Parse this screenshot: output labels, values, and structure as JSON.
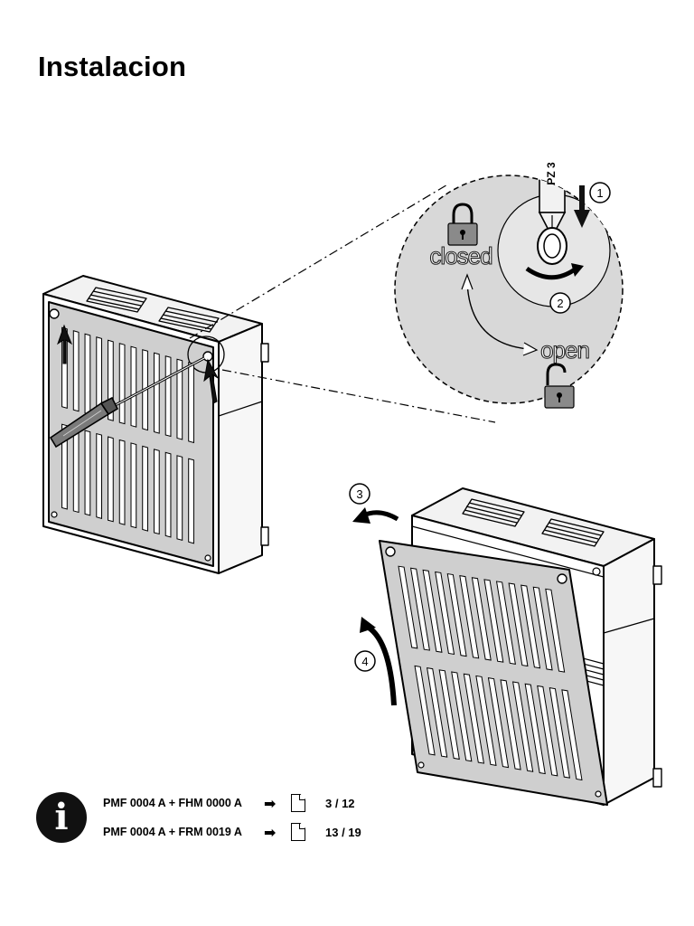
{
  "page": {
    "title": "Instalacion"
  },
  "tool": {
    "label": "PZ 3"
  },
  "lock_states": {
    "closed": "closed",
    "open": "open"
  },
  "steps": [
    "1",
    "2",
    "3",
    "4"
  ],
  "icons": [
    "closed-padlock-icon",
    "open-padlock-icon",
    "info-icon",
    "document-icon",
    "arrow-right-icon",
    "screwdriver-icon"
  ],
  "references": [
    {
      "product": "PMF 0004 A + FHM 0000 A",
      "pages": "3 / 12"
    },
    {
      "product": "PMF 0004 A + FRM 0019 A",
      "pages": "13 / 19"
    }
  ],
  "info_glyph": "i",
  "arrow_glyph": "➡"
}
